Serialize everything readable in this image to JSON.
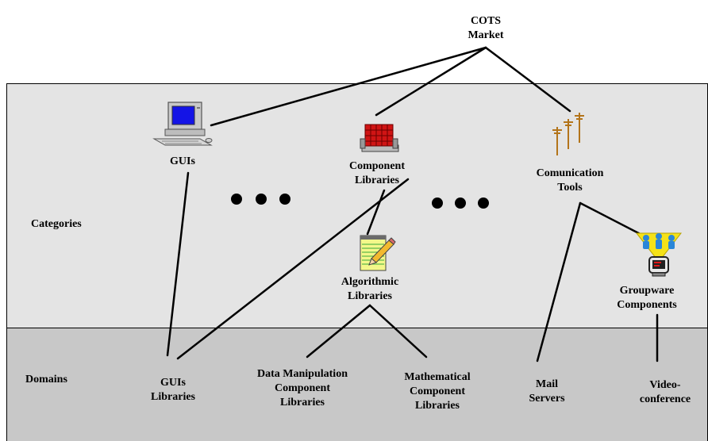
{
  "root": {
    "line1": "COTS",
    "line2": "Market"
  },
  "bands": {
    "categories": "Categories",
    "domains": "Domains"
  },
  "categories": {
    "guis": "GUIs",
    "component_libraries": {
      "line1": "Component",
      "line2": "Libraries"
    },
    "communication_tools": {
      "line1": "Comunication",
      "line2": "Tools"
    },
    "algorithmic_libraries": {
      "line1": "Algorithmic",
      "line2": "Libraries"
    },
    "groupware_components": {
      "line1": "Groupware",
      "line2": "Components"
    }
  },
  "domains": {
    "guis_libraries": {
      "line1": "GUIs",
      "line2": "Libraries"
    },
    "data_manipulation": {
      "line1": "Data Manipulation",
      "line2": "Component",
      "line3": "Libraries"
    },
    "mathematical": {
      "line1": "Mathematical",
      "line2": "Component",
      "line3": "Libraries"
    },
    "mail_servers": {
      "line1": "Mail",
      "line2": "Servers"
    },
    "videoconference": {
      "line1": "Video-",
      "line2": "conference"
    }
  },
  "icons": [
    "computer-icon",
    "library-books-icon",
    "antenna-towers-icon",
    "notepad-pencil-icon",
    "groupware-people-icon"
  ]
}
